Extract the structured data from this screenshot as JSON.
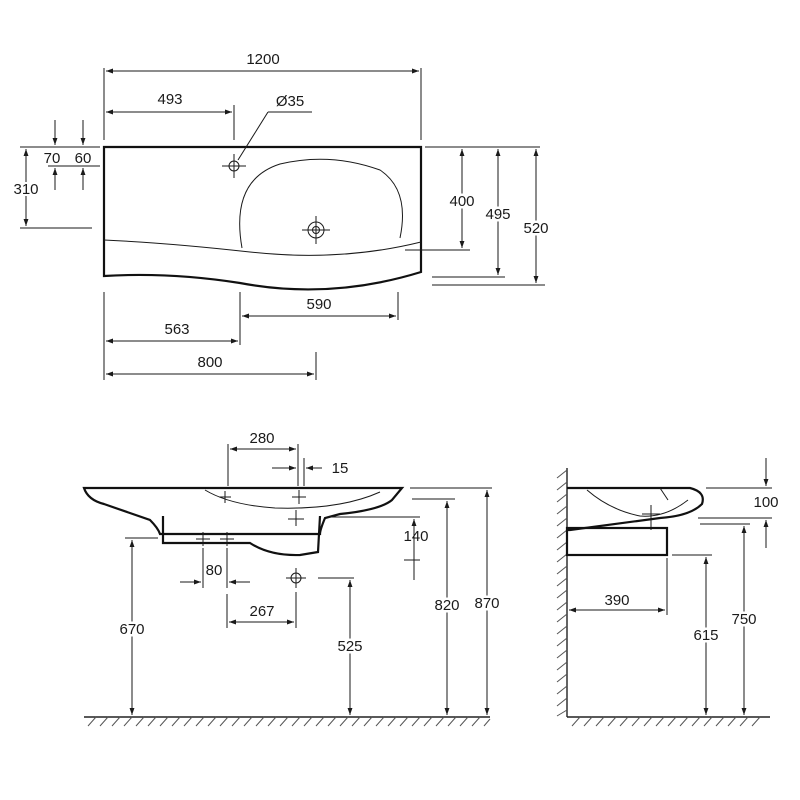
{
  "top_view": {
    "overall_width": "1200",
    "tap_offset": "493",
    "tap_hole_diameter": "Ø35",
    "depth_front": "70",
    "depth_back": "60",
    "tap_from_front": "310",
    "bowl_depth": "400",
    "depth_left": "495",
    "depth_right": "520",
    "bowl_width": "590",
    "drain_offset": "563",
    "cabinet_width": "800"
  },
  "front_view": {
    "tap_spread": "280",
    "tap_offset": "15",
    "basin_thickness": "140",
    "pipe_spacing": "80",
    "drain_to_trap": "267",
    "cabinet_bottom_height": "670",
    "trap_height": "525",
    "rim_height_low": "820",
    "rim_height_high": "870"
  },
  "side_view": {
    "rim_thickness": "100",
    "projection": "390",
    "bottom_height": "615",
    "top_height": "750"
  }
}
